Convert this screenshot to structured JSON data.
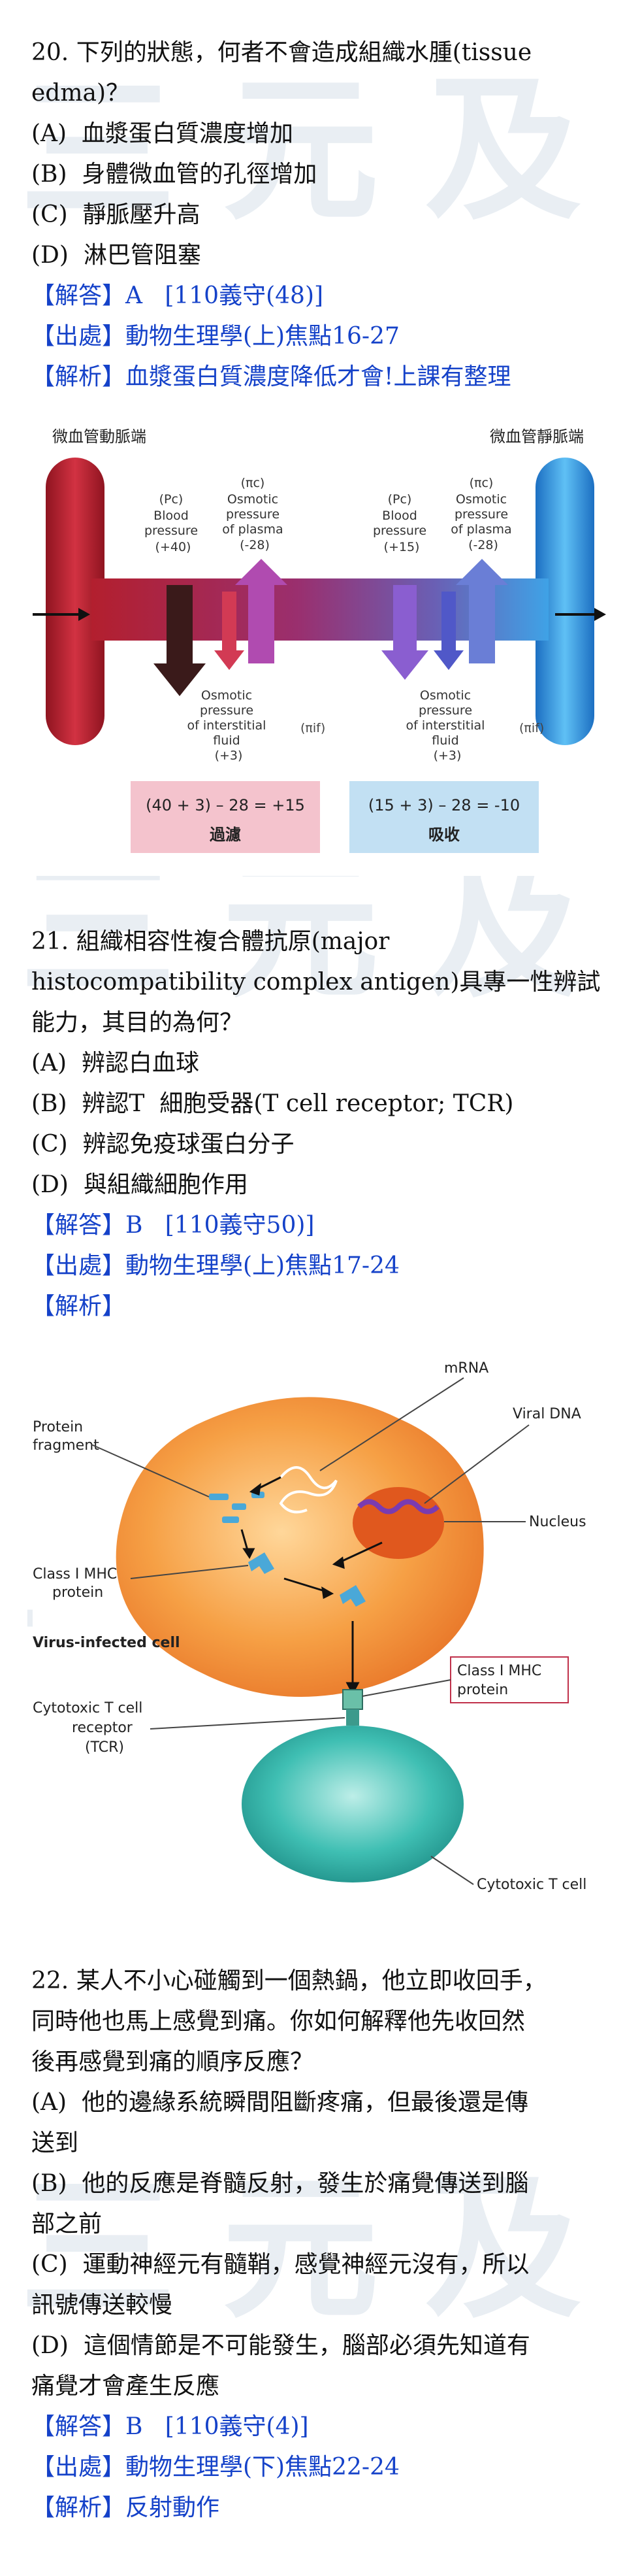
{
  "watermark": "三元及第",
  "q20": {
    "stem_line1": "20. 下列的狀態，何者不會造成組織水腫(tissue",
    "stem_line2": "edma)？",
    "options": [
      "(A)  血漿蛋白質濃度增加",
      "(B)  身體微血管的孔徑增加",
      "(C)  靜脈壓升高",
      "(D)  淋巴管阻塞"
    ],
    "answer": "【解答】A   [110義守(48)]",
    "source": "【出處】動物生理學(上)焦點16-27",
    "explain": "【解析】血漿蛋白質濃度降低才會!上課有整理"
  },
  "fig1": {
    "arterial_end": "微血管動脈端",
    "venous_end": "微血管靜脈端",
    "left_pc": [
      "(Pc)",
      "Blood",
      "pressure",
      "(+40)"
    ],
    "left_pi": [
      "(πc)",
      "Osmotic",
      "pressure",
      "of plasma",
      "(-28)"
    ],
    "right_pc": [
      "(Pc)",
      "Blood",
      "pressure",
      "(+15)"
    ],
    "right_pi": [
      "(πc)",
      "Osmotic",
      "pressure",
      "of plasma",
      "(-28)"
    ],
    "left_if": [
      "Osmotic",
      "pressure",
      "of interstitial",
      "fluid",
      "(+3)"
    ],
    "right_if": [
      "Osmotic",
      "pressure",
      "of interstitial",
      "fluid",
      "(+3)"
    ],
    "pi_if_label": "(πif)",
    "filtration_eq": "(40 + 3) – 28 = +15",
    "filtration_label": "過濾",
    "absorption_eq": "(15 + 3) – 28 = -10",
    "absorption_label": "吸收"
  },
  "q21": {
    "stem_line1": "21. 組織相容性複合體抗原(major",
    "stem_line2": "histocompatibility complex antigen)具專一性辨試",
    "stem_line3": "能力，其目的為何？",
    "options": [
      "(A)  辨認白血球",
      "(B)  辨認T  細胞受器(T cell receptor; TCR)",
      "(C)  辨認免疫球蛋白分子",
      "(D)  與組織細胞作用"
    ],
    "answer": "【解答】B   [110義守50)]",
    "source": "【出處】動物生理學(上)焦點17-24",
    "explain": "【解析】"
  },
  "fig2": {
    "mrna": "mRNA",
    "viral_dna": "Viral DNA",
    "protein_fragment": [
      "Protein",
      "fragment"
    ],
    "nucleus": "Nucleus",
    "mhc_protein": [
      "Class I MHC",
      "protein"
    ],
    "infected_cell": "Virus-infected cell",
    "mhc_box": [
      "Class I MHC",
      "protein"
    ],
    "tcr": [
      "Cytotoxic T cell",
      "receptor",
      "(TCR)"
    ],
    "t_cell": "Cytotoxic T cell"
  },
  "q22": {
    "stem_lines": [
      "22. 某人不小心碰觸到一個熱鍋，他立即收回手，",
      "同時他也馬上感覺到痛。你如何解釋他先收回然",
      "後再感覺到痛的順序反應？"
    ],
    "options": [
      "(A)  他的邊緣系統瞬間阻斷疼痛，但最後還是傳",
      "送到",
      "(B)  他的反應是脊髓反射，發生於痛覺傳送到腦",
      "部之前",
      "(C)  運動神經元有髓鞘，感覺神經元沒有，所以",
      "訊號傳送較慢",
      "(D)  這個情節是不可能發生，腦部必須先知道有",
      "痛覺才會產生反應"
    ],
    "answer": "【解答】B   [110義守(4)]",
    "source": "【出處】動物生理學(下)焦點22-24",
    "explain": "【解析】反射動作"
  }
}
